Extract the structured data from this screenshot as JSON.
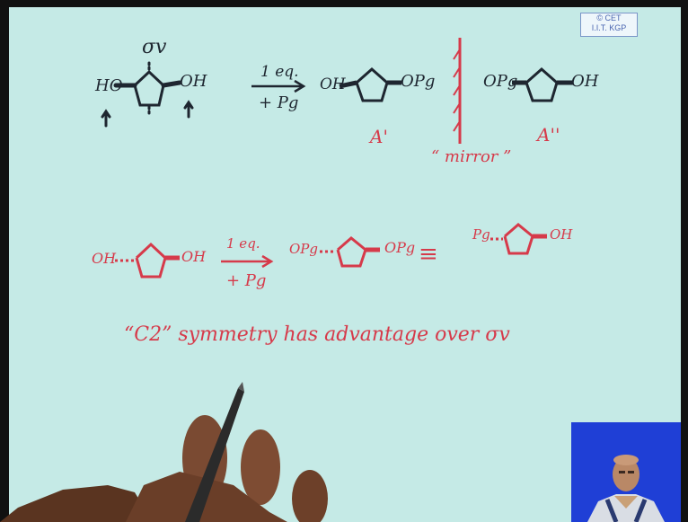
{
  "watermark": {
    "line1": "© CET",
    "line2": "I.I.T. KGP"
  },
  "row1": {
    "point_group": "σv",
    "left_substituent": "HO",
    "right_substituent": "OH",
    "reagent_top": "1 eq.",
    "reagent_bottom": "+ Pg",
    "product_a_left": "OH",
    "product_a_right": "OPg",
    "label_a_prime": "A'",
    "mirror_label": "“ mirror ”",
    "product_b_left": "OPg",
    "product_b_right": "OH",
    "label_a_double_prime": "A''"
  },
  "row2": {
    "sm_left": "OH",
    "sm_right": "OH",
    "reagent_top": "1 eq.",
    "reagent_bottom": "+ Pg",
    "product_left": "OPg",
    "product_right": "OPg",
    "equiv": "≡",
    "product2_left": "Pg",
    "product2_right": "OH"
  },
  "statement": "“C2” symmetry has advantage over σv",
  "colors": {
    "board": "#c5eae6",
    "black_ink": "#1e2630",
    "red_ink": "#d63a4a",
    "webcam_bg": "#1f3fd6"
  }
}
